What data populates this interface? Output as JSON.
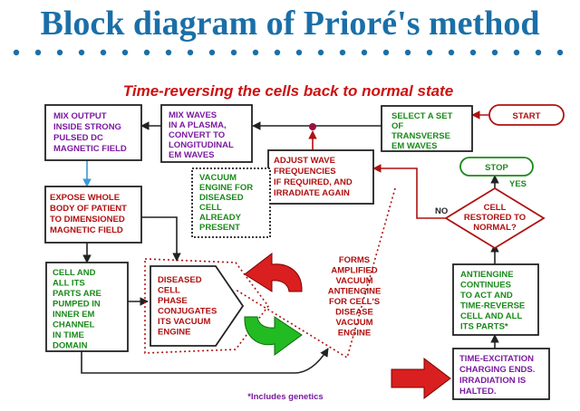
{
  "title": "Block diagram of Prioré's method",
  "subtitle": "Time-reversing the cells back to normal state",
  "colors": {
    "title": "#1a6fa8",
    "subtitle": "#cc1111",
    "dots": "#1a6fa8",
    "green_text": "#1a8a1a",
    "purple_text": "#7a1aa0",
    "red_text": "#b01010",
    "line_red": "#b01010",
    "line_dark": "#222222",
    "arrow_big": "#d91f1f",
    "arrow_green": "#22bb22"
  },
  "nodes": {
    "start": "START",
    "select_waves": [
      "SELECT A SET",
      "OF",
      "TRANSVERSE",
      "EM WAVES"
    ],
    "mix_waves": [
      "MIX WAVES",
      "IN A PLASMA,",
      "CONVERT TO",
      "LONGITUDINAL",
      "EM WAVES"
    ],
    "mix_output": [
      "MIX OUTPUT",
      "INSIDE STRONG",
      "PULSED DC",
      "MAGNETIC FIELD"
    ],
    "adjust_wave": [
      "ADJUST WAVE",
      "FREQUENCIES",
      "IF REQUIRED, AND",
      "IRRADIATE AGAIN"
    ],
    "expose_body": [
      "EXPOSE WHOLE",
      "BODY OF PATIENT",
      "TO DIMENSIONED",
      "MAGNETIC FIELD"
    ],
    "vacuum_engine": [
      "VACUUM",
      "ENGINE FOR",
      "DISEASED",
      "CELL",
      "ALREADY",
      "PRESENT"
    ],
    "cell_parts": [
      "CELL AND",
      "ALL ITS",
      "PARTS ARE",
      "PUMPED IN",
      "INNER EM",
      "CHANNEL",
      "IN TIME",
      "DOMAIN"
    ],
    "diseased_cell": [
      "DISEASED",
      "CELL",
      "PHASE",
      "CONJUGATES",
      "ITS VACUUM",
      "ENGINE"
    ],
    "forms_antiengine": [
      "FORMS",
      "AMPLIFIED",
      "VACUUM",
      "ANTIENGINE",
      "FOR CELL'S",
      "DISEASE",
      "VACUUM",
      "ENGINE"
    ],
    "stop": "STOP",
    "decision": [
      "CELL",
      "RESTORED TO",
      "NORMAL?"
    ],
    "antiengine": [
      "ANTIENGINE",
      "CONTINUES",
      "TO ACT AND",
      "TIME-REVERSE",
      "CELL AND ALL",
      "ITS PARTS*"
    ],
    "time_excitation": [
      "TIME-EXCITATION",
      "CHARGING ENDS.",
      "IRRADIATION IS",
      "HALTED."
    ]
  },
  "labels": {
    "yes": "YES",
    "no": "NO"
  },
  "footnote": "*Includes genetics"
}
